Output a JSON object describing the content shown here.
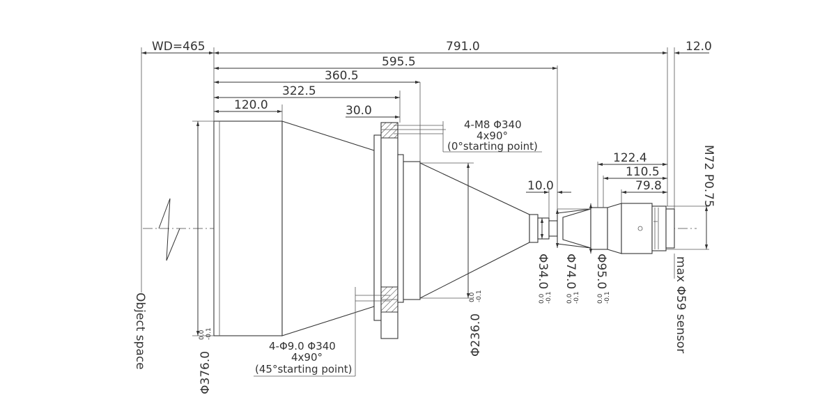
{
  "dimensions": {
    "wd": "WD=465",
    "total_length": "791.0",
    "sensor_gap": "12.0",
    "d595": "595.5",
    "d360": "360.5",
    "d322": "322.5",
    "d120": "120.0",
    "d30": "30.0",
    "d10": "10.0",
    "d122": "122.4",
    "d110": "110.5",
    "d79": "79.8"
  },
  "diameters": {
    "front": "Φ376.0",
    "cone": "Φ236.0",
    "waist": "Φ34.0",
    "rear_barrel": "Φ74.0",
    "rear_flange": "Φ95.0",
    "tol_upper": "0.0",
    "tol_lower": "-0.1"
  },
  "notes": {
    "top_line1": "4-M8  Φ340",
    "top_line2": "4x90°",
    "top_line3": "(0°starting point)",
    "bottom_line1": "4-Φ9.0  Φ340",
    "bottom_line2": "4x90°",
    "bottom_line3": "(45°starting point)"
  },
  "labels": {
    "object_space": "Object space",
    "sensor": "max Φ59 sensor",
    "thread": "M72 P0.75"
  }
}
